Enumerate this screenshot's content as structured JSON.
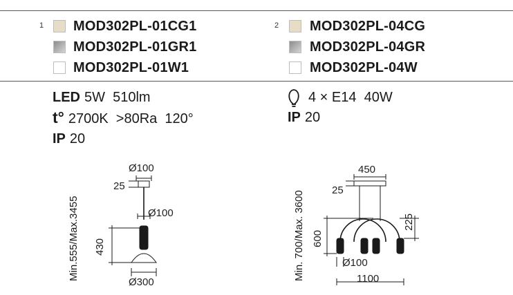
{
  "table": {
    "group1": {
      "index": "1",
      "models": [
        {
          "code": "MOD302PL-01CG1",
          "swatch": "#e7dcc6"
        },
        {
          "code": "MOD302PL-01GR1",
          "swatch": "#a9a9a9"
        },
        {
          "code": "MOD302PL-01W1",
          "swatch": "#ffffff"
        }
      ]
    },
    "group2": {
      "index": "2",
      "models": [
        {
          "code": "MOD302PL-04CG",
          "swatch": "#e7dcc6"
        },
        {
          "code": "MOD302PL-04GR",
          "swatch": "#a9a9a9"
        },
        {
          "code": "MOD302PL-04W",
          "swatch": "#ffffff"
        }
      ]
    }
  },
  "specs1": {
    "led_label": "LED",
    "led_value": "5W  510lm",
    "temp_label": "t°",
    "temp_value": "2700K  >80Ra  120°",
    "ip_label": "IP",
    "ip_value": "20"
  },
  "specs2": {
    "bulb_icon": "lightbulb-icon",
    "bulb_value": "4 × E14  40W",
    "ip_label": "IP",
    "ip_value": "20"
  },
  "drawing1": {
    "height_range": "Min.555/Max.3455",
    "canopy_diameter": "Ø100",
    "canopy_height": "25",
    "body_diameter": "Ø100",
    "body_height": "430",
    "shade_diameter": "Ø300"
  },
  "drawing2": {
    "height_range": "Min. 700/Max. 3600",
    "canopy_width": "450",
    "canopy_height": "25",
    "arc_height": "225",
    "total_height": "600",
    "shade_diameter": "Ø100",
    "total_width": "1100"
  }
}
